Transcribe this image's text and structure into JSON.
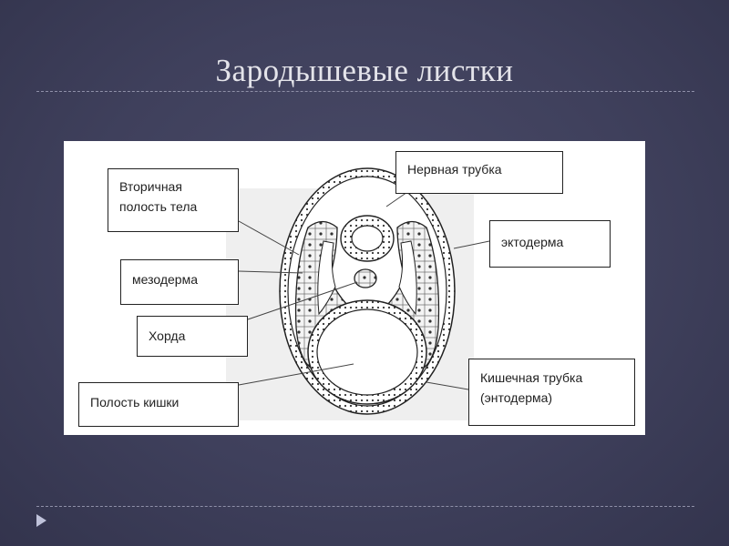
{
  "slide": {
    "title": "Зародышевые листки"
  },
  "diagram": {
    "labels": {
      "secondary_cavity_line1": "Вторичная",
      "secondary_cavity_line2": "полость тела",
      "neural_tube": "Нервная трубка",
      "ectoderm": "эктодерма",
      "mesoderm": "мезодерма",
      "notochord": "Хорда",
      "gut_cavity": "Полость кишки",
      "gut_tube_line1": "Кишечная трубка",
      "gut_tube_line2": "(энтодерма)"
    }
  },
  "icons": {
    "nav": "arrow-right-icon"
  }
}
